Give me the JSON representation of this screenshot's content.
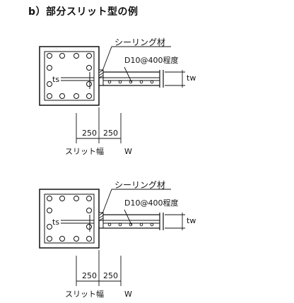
{
  "title": "b）部分スリット型の例",
  "diagrams": [
    {
      "sealing_label": "シーリング材",
      "rebar_label": "D10@400程度",
      "ts_label": "ts",
      "tw_label": "tw",
      "dim_left": "250",
      "dim_right": "250",
      "slit_width_label": "スリット幅",
      "w_label": "W"
    },
    {
      "sealing_label": "シーリング材",
      "rebar_label": "D10@400程度",
      "ts_label": "ts",
      "tw_label": "tw",
      "dim_left": "250",
      "dim_right": "250",
      "slit_width_label": "スリット幅",
      "w_label": "W"
    }
  ]
}
